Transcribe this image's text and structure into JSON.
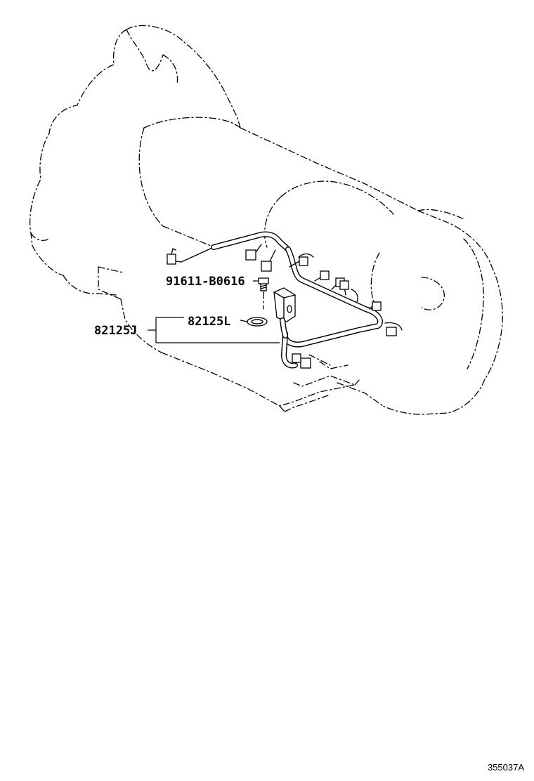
{
  "parts": {
    "bolt": "91611-B0616",
    "gasket": "82125L",
    "harness": "82125J"
  },
  "figure_code": "355037A"
}
